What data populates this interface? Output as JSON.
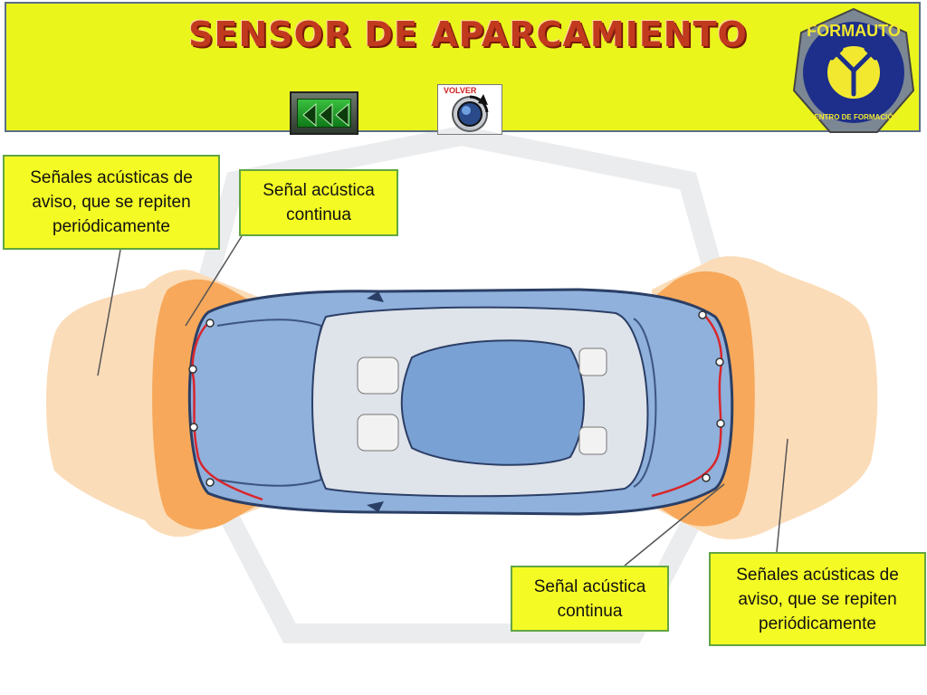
{
  "header": {
    "title": "SENSOR DE APARCAMIENTO",
    "back_button": "back-arrows",
    "volver_label": "VOLVER"
  },
  "logo": {
    "name": "FORMAUTO",
    "subtitle": "CENTRO DE FORMACIÓN"
  },
  "callouts": {
    "front_left": "Señales acústicas de aviso, que se repiten periódicamente",
    "front_inner": "Señal acústica continua",
    "rear_inner": "Señal acústica continua",
    "rear_right": "Señales acústicas de aviso, que se repiten periódicamente"
  },
  "colors": {
    "header_bg": "#eaf51c",
    "title": "#c23a1e",
    "callout_bg": "#f4fb24",
    "callout_border": "#62a543",
    "zone_outer": "#fbdcb8",
    "zone_inner": "#f7a85a",
    "car_body": "#8fb1dc",
    "wiring": "#d9262c"
  }
}
